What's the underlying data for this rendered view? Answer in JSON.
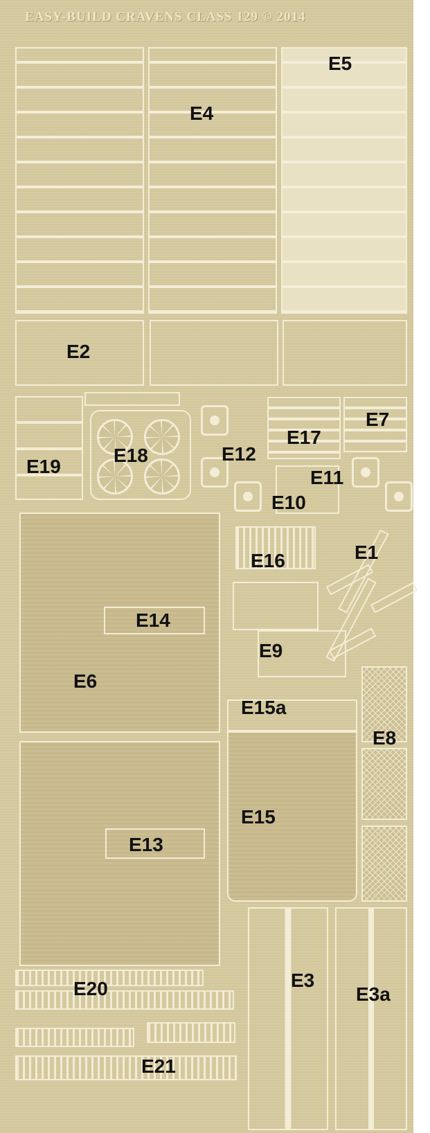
{
  "fret_title": "EASY-BUILD  CRAVENS CLASS 129 © 2014",
  "labels": {
    "E4": "E4",
    "E5": "E5",
    "E2": "E2",
    "E19": "E19",
    "E18": "E18",
    "E12": "E12",
    "E17": "E17",
    "E7": "E7",
    "E11": "E11",
    "E10": "E10",
    "E16": "E16",
    "E1": "E1",
    "E14": "E14",
    "E9": "E9",
    "E6": "E6",
    "E15a": "E15a",
    "E8": "E8",
    "E15": "E15",
    "E13": "E13",
    "E20": "E20",
    "E3": "E3",
    "E3a": "E3a",
    "E21": "E21"
  },
  "colors": {
    "brass": "#d2c69c",
    "highlight": "#f3edd6",
    "label": "#111111"
  }
}
